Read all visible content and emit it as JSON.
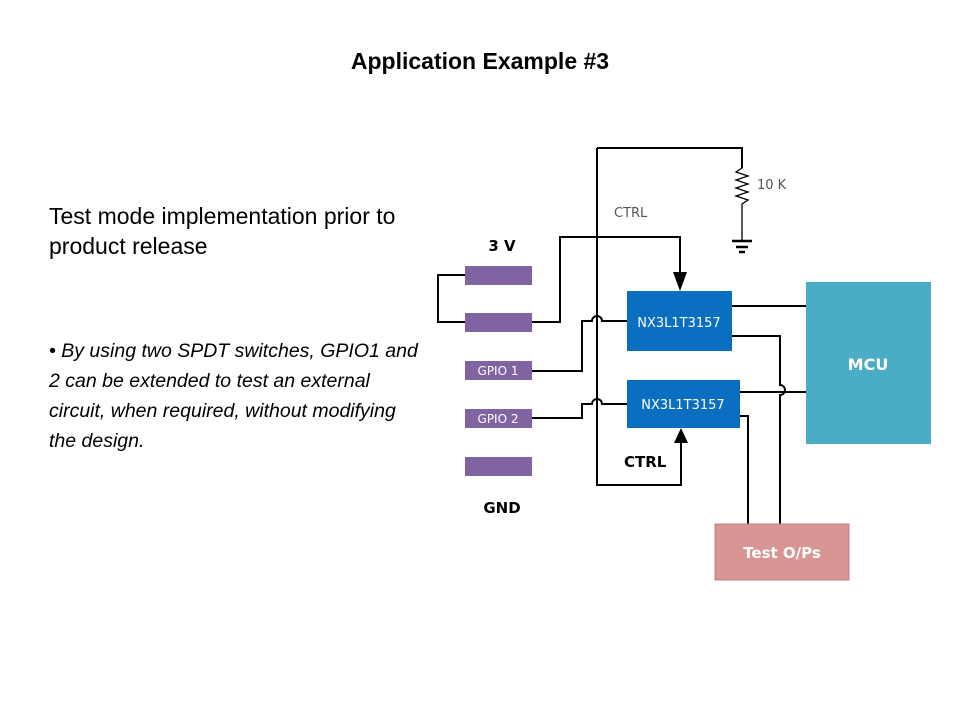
{
  "slide": {
    "title": "Application Example #3",
    "heading": "Test mode implementation prior to product release",
    "bullet": "• By using two SPDT switches, GPIO1 and 2 can be extended to test an external circuit, when required, without modifying the design."
  },
  "diagram": {
    "supply_label": "3 V",
    "ground_label": "GND",
    "pins": [
      {
        "label": ""
      },
      {
        "label": ""
      },
      {
        "label": "GPIO 1"
      },
      {
        "label": "GPIO 2"
      },
      {
        "label": ""
      }
    ],
    "switch1_label": "NX3L1T3157",
    "switch2_label": "NX3L1T3157",
    "ctrl_top_label": "CTRL",
    "ctrl_bottom_label": "CTRL",
    "resistor_label": "10 K",
    "mcu_label": "MCU",
    "test_outputs_label": "Test O/Ps",
    "colors": {
      "pin": "#8064a2",
      "switch": "#0b6fc1",
      "mcu": "#4bacc6",
      "test_outputs": "#d99594",
      "wire": "#000000"
    }
  }
}
